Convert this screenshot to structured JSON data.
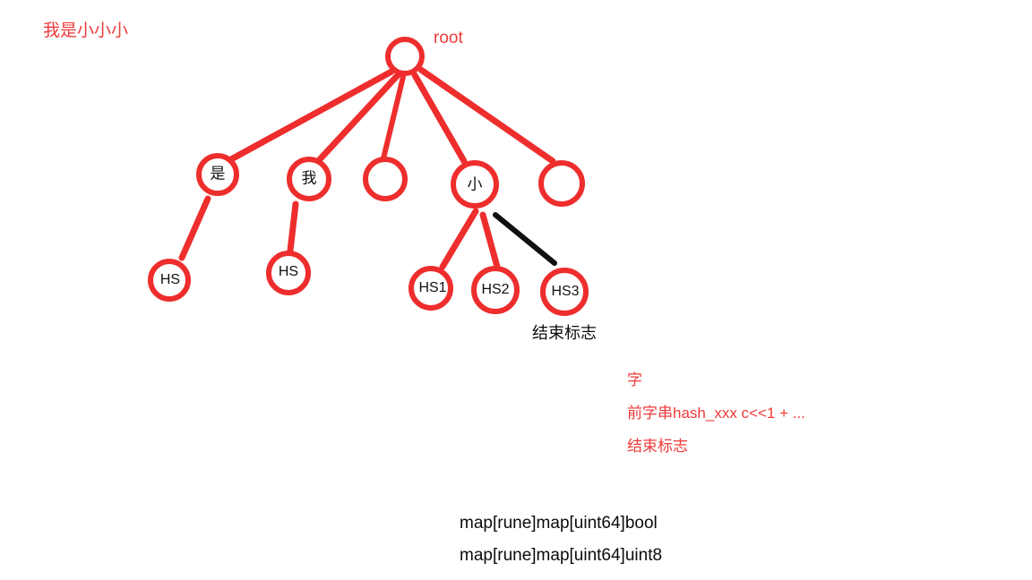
{
  "palette": {
    "ink_red": "#ee2d2d",
    "text_red": "#ef3b3b",
    "ink_black": "#0b0b0b",
    "background": "#ffffff"
  },
  "annotations": {
    "top_left": "我是小小小",
    "root_label": "root",
    "end_marker_node": "结束标志"
  },
  "tree": {
    "root": {
      "label": "",
      "name": "root-node"
    },
    "level2": [
      {
        "label": "是",
        "name": "node-shi"
      },
      {
        "label": "我",
        "name": "node-wo"
      },
      {
        "label": "",
        "name": "node-empty-1"
      },
      {
        "label": "小",
        "name": "node-xiao"
      },
      {
        "label": "",
        "name": "node-empty-2"
      }
    ],
    "level3": [
      {
        "label": "HS",
        "name": "node-hs-a"
      },
      {
        "label": "HS",
        "name": "node-hs-b"
      },
      {
        "label": "HS1",
        "name": "node-hs1"
      },
      {
        "label": "HS2",
        "name": "node-hs2"
      },
      {
        "label": "HS3",
        "name": "node-hs3"
      }
    ]
  },
  "notes": {
    "line1": "字",
    "line2": "前字串hash_xxx c<<1 + ...",
    "line3": "结束标志"
  },
  "code": {
    "line1": "map[rune]map[uint64]bool",
    "line2": "map[rune]map[uint64]uint8"
  }
}
